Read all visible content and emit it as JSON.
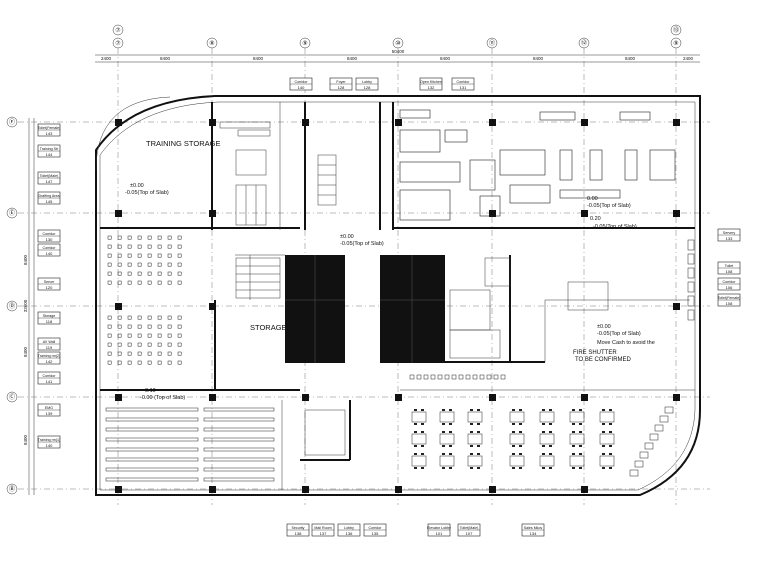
{
  "grid_axes": {
    "top": [
      "⑦",
      "⑧",
      "⑨",
      "⑩",
      "⑪",
      "⑫",
      "⑬"
    ],
    "top_sub": [
      "⑦",
      "⑨"
    ],
    "left": [
      "Ⓕ",
      "Ⓔ",
      "Ⓓ",
      "Ⓒ",
      "Ⓑ"
    ]
  },
  "dimensions": {
    "top": [
      "2400",
      "8400",
      "8400",
      "8400",
      "8400",
      "8400",
      "8400",
      "2400"
    ],
    "overall_top": "50400",
    "left": [
      "8400",
      "8400",
      "8400"
    ],
    "overall_left": "33600"
  },
  "rooms": {
    "training_storage": "TRAINING STORAGE",
    "storage": "STORAGE",
    "fire_shutter": "FIRE SHUTTER",
    "to_be_confirmed": "TO BE CONFIRMED",
    "move_cash": "Move Cash to avoid the"
  },
  "level_notes": {
    "level": "±0.00",
    "slab": "-0.05(Top of Slab)",
    "level_b": "0.10",
    "slab_b": "-0.00 (Top of Slab)",
    "level_c": "0.00",
    "level_d": "0.20"
  },
  "tags_top": [
    {
      "name": "Corridor",
      "num": "140"
    },
    {
      "name": "Foyer",
      "num": "128"
    },
    {
      "name": "Lobby",
      "num": "128"
    },
    {
      "name": "Open Kitchen",
      "num": "132"
    },
    {
      "name": "Corridor",
      "num": "131"
    }
  ],
  "tags_left": [
    {
      "name": "Toilet(Female)",
      "num": "143"
    },
    {
      "name": "Training Str",
      "num": "144"
    },
    {
      "name": "Toilet(Male)",
      "num": "147"
    },
    {
      "name": "Drafting Area",
      "num": "145"
    },
    {
      "name": "Corridor",
      "num": "130"
    },
    {
      "name": "Corridor",
      "num": "140"
    },
    {
      "name": "Server",
      "num": "120"
    },
    {
      "name": "Storage",
      "num": "118"
    },
    {
      "name": "AV Wall",
      "num": "119"
    },
    {
      "name": "Training rm(2)",
      "num": "142"
    },
    {
      "name": "Corridor",
      "num": "141"
    },
    {
      "name": "EMG",
      "num": "139"
    },
    {
      "name": "Training rm(1)",
      "num": "140"
    }
  ],
  "tags_right": [
    {
      "name": "Servery",
      "num": "133"
    },
    {
      "name": "Toilet",
      "num": "108"
    },
    {
      "name": "Corridor",
      "num": "106"
    },
    {
      "name": "Toilet(Female)",
      "num": "108"
    }
  ],
  "tags_bottom": [
    {
      "name": "Security",
      "num": "138"
    },
    {
      "name": "Mail Room",
      "num": "137"
    },
    {
      "name": "Lobby",
      "num": "136"
    },
    {
      "name": "Corridor",
      "num": "135"
    },
    {
      "name": "Elevator Lobby",
      "num": "101"
    },
    {
      "name": "Toilet(Male)",
      "num": "107"
    },
    {
      "name": "Sales Mkov",
      "num": "134"
    }
  ]
}
